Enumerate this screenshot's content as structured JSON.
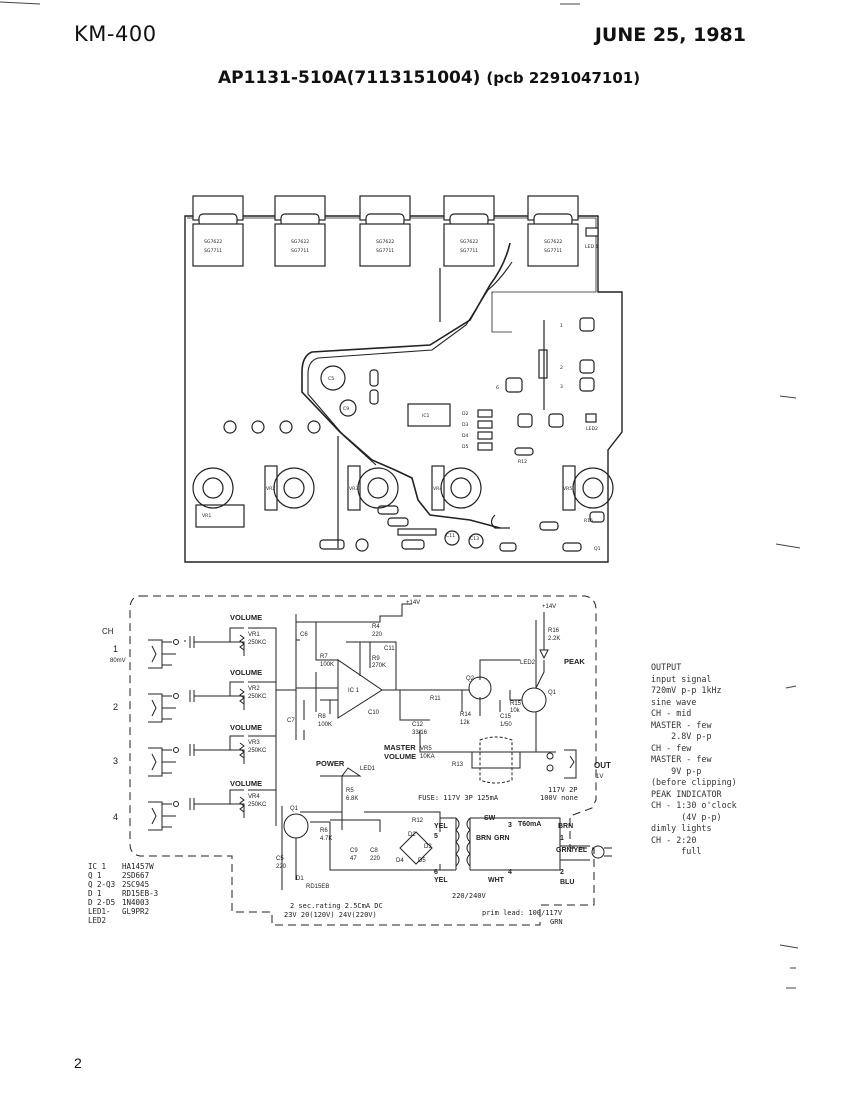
{
  "header": {
    "model": "KM-400",
    "date": "JUNE 25, 1981",
    "title": "AP1131-510A(7113151004)",
    "pcb": "(pcb 2291047101)"
  },
  "pcb_layout": {
    "jack_labels": [
      [
        "SG7622",
        "SG7711"
      ],
      [
        "SG7622",
        "SG7711"
      ],
      [
        "SG7622",
        "SG7711"
      ],
      [
        "SG7622",
        "SG7711"
      ],
      [
        "SG7622",
        "SG7711"
      ]
    ],
    "led1": "LED 1",
    "led2": "LED2",
    "pots": [
      "VR1",
      "VR2",
      "VR3",
      "VR4",
      "VR5"
    ],
    "caps": [
      "C5",
      "C9",
      "C11",
      "C13"
    ],
    "ic": "IC1",
    "diodes": [
      "D2",
      "D3",
      "D4",
      "D5"
    ],
    "resistor_r12": "R12",
    "q1": "Q1",
    "r15": "R15",
    "wire_pads": [
      "1",
      "2",
      "3"
    ],
    "wire_mark": "6"
  },
  "schematic": {
    "ch_label": "CH",
    "channels": [
      "1",
      "2",
      "3",
      "4"
    ],
    "ch1_level": "80mV",
    "volume_label": "VOLUME",
    "vr_labels": [
      "VR1",
      "VR2",
      "VR3",
      "VR4"
    ],
    "vr_values": [
      "250KC",
      "250KC",
      "250KC",
      "250KC"
    ],
    "rail_top": "+14V",
    "rail_peak": "+14V",
    "r16": "R16",
    "r16_val": "2.2K",
    "led2": "LED2",
    "peak": "PEAK",
    "ic1": "IC 1",
    "q2": "Q2",
    "q1": "Q1",
    "r4": "R4",
    "r4_val": "220",
    "r9": "R9",
    "r9_val": "270K",
    "r7": "R7",
    "r7_val": "100K",
    "r8": "R8",
    "r8_val": "100K",
    "c6": "C6",
    "c7": "C7",
    "c10": "C10",
    "c11": "C11",
    "c12": "C12",
    "c12_val": "33/16",
    "c15": "C15",
    "c15_val": "1/50",
    "r11": "R11",
    "r14": "R14",
    "r14_val": "12k",
    "r15": "R15",
    "r15_val": "10k",
    "master": "MASTER",
    "master_vol": "VOLUME",
    "vr5": "VR5",
    "vr5_val": "10KA",
    "r13": "R13",
    "out": "OUT",
    "out_level": "1V",
    "power": "POWER",
    "led1": "LED1",
    "r5": "R5",
    "r5_val": "6.8K",
    "q1_psu": "Q1",
    "r6": "R6",
    "r6_val": "4.7K",
    "c5": "C5",
    "c5_val": "220",
    "c9": "C9",
    "c9_val": "47",
    "c8": "C8",
    "c8_val": "220",
    "d1": "D1",
    "d1_type": "RD15EB",
    "bridge": [
      "D2",
      "D3",
      "D4",
      "D5"
    ],
    "r12": "R12",
    "fuse_note": "FUSE: 117V 3P 125mA",
    "fuse_note2": "100V none",
    "plug_note": "117V 2P",
    "sw": "SW",
    "fuse": "T60mA",
    "wires": [
      "YEL",
      "BRN",
      "GRN",
      "BRN",
      "GRN/YEL",
      "YEL",
      "WHT",
      "BLU"
    ],
    "terminals": [
      "5",
      "3",
      "1",
      "6",
      "4",
      "2"
    ],
    "mains": "220/240V",
    "sec_note": "2 sec.rating 2.5CmA DC",
    "sec_note2": "23V 20(120V) 24V(220V)",
    "prim_note": "prim lead: 100/117V",
    "prim_note2": "GRN"
  },
  "notes": [
    "OUTPUT",
    "input signal",
    "720mV p-p 1kHz",
    "sine wave",
    "",
    "CH - mid",
    "MASTER - few",
    "",
    "    2.8V p-p",
    "",
    "CH - few",
    "MASTER - few",
    "",
    "    9V p-p",
    "(before clipping)",
    "",
    "PEAK INDICATOR",
    "",
    "CH - 1:30 o'clock",
    "      (4V p-p)",
    "dimly lights",
    "",
    "CH - 2:20",
    "      full"
  ],
  "parts_list": [
    [
      "IC 1",
      "HA1457W"
    ],
    [
      "Q 1",
      "2SD667"
    ],
    [
      "Q 2-Q3",
      "2SC945"
    ],
    [
      "D 1",
      "RD15EB-3"
    ],
    [
      "D 2-D5",
      "1N4003"
    ],
    [
      "LED1-",
      "GL9PR2"
    ],
    [
      "LED2",
      ""
    ]
  ],
  "page_number": "2"
}
